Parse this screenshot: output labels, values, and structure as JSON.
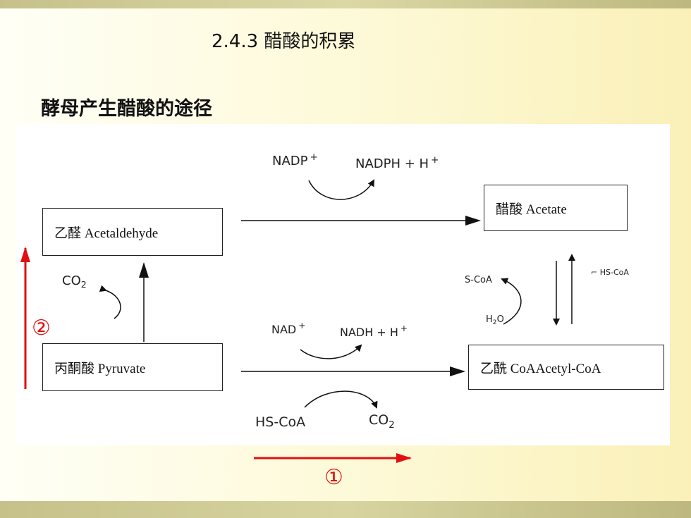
{
  "title": "2.4.3 醋酸的积累",
  "subtitle": "酵母产生醋酸的途径",
  "nodes": {
    "acetaldehyde": "乙醛 Acetaldehyde",
    "acetate": "醋酸 Acetate",
    "pyruvate": "丙酮酸 Pyruvate",
    "acetyl_coa": "乙酰 CoAAcetyl-CoA"
  },
  "cofactors": {
    "nadp": "NADP",
    "nadph": "NADPH + H",
    "nad": "NAD",
    "nadh": "NADH + H",
    "plus": "+",
    "co2_left": "CO",
    "co2_bottom": "CO",
    "two": "2",
    "hs_coa_bottom": "HS-CoA",
    "s_coa": "S-CoA",
    "h2o_h": "H",
    "h2o_o": "O",
    "h2o_sub": "2",
    "hs_coa_right": "HS-CoA"
  },
  "markers": {
    "pathway1": "①",
    "pathway2": "②"
  },
  "colors": {
    "accent": "#e01010",
    "line": "#111111"
  }
}
